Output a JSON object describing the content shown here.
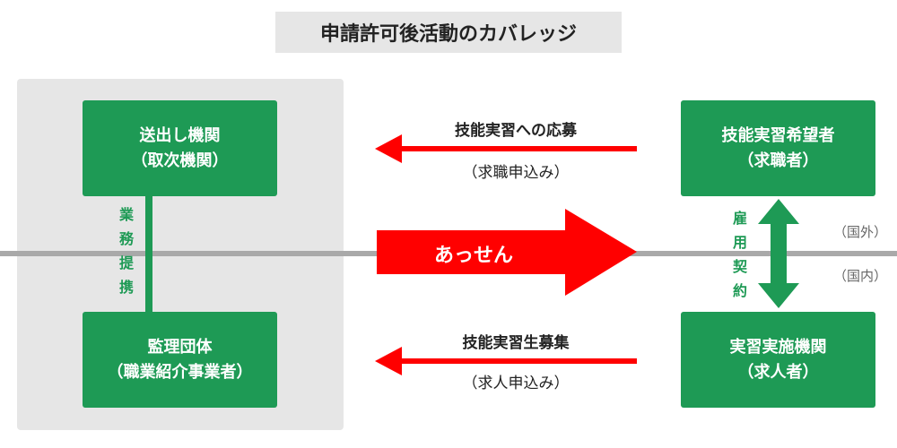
{
  "title": "申請許可後活動のカバレッジ",
  "left": {
    "sending_org": {
      "line1": "送出し機関",
      "line2": "（取次機関）"
    },
    "vertical_label": [
      "業",
      "務",
      "提",
      "携"
    ],
    "supervising_org": {
      "line1": "監理団体",
      "line2": "（職業紹介事業者）"
    }
  },
  "middle": {
    "top_arrow": {
      "label": "技能実習への応募",
      "sub": "（求職申込み）"
    },
    "center_arrow": {
      "label": "あっせん"
    },
    "bottom_arrow": {
      "label": "技能実習生募集",
      "sub": "（求人申込み）"
    }
  },
  "right": {
    "applicant": {
      "line1": "技能実習希望者",
      "line2": "（求職者）"
    },
    "vertical_label": [
      "雇",
      "用",
      "契",
      "約"
    ],
    "implementer": {
      "line1": "実習実施機関",
      "line2": "（求人者）"
    }
  },
  "region_labels": {
    "outside": "（国外）",
    "inside": "（国内）"
  },
  "colors": {
    "green": "#1e9a55",
    "red": "#ff0000",
    "panel": "#e6e6e6",
    "divider": "#a9a9a9"
  }
}
